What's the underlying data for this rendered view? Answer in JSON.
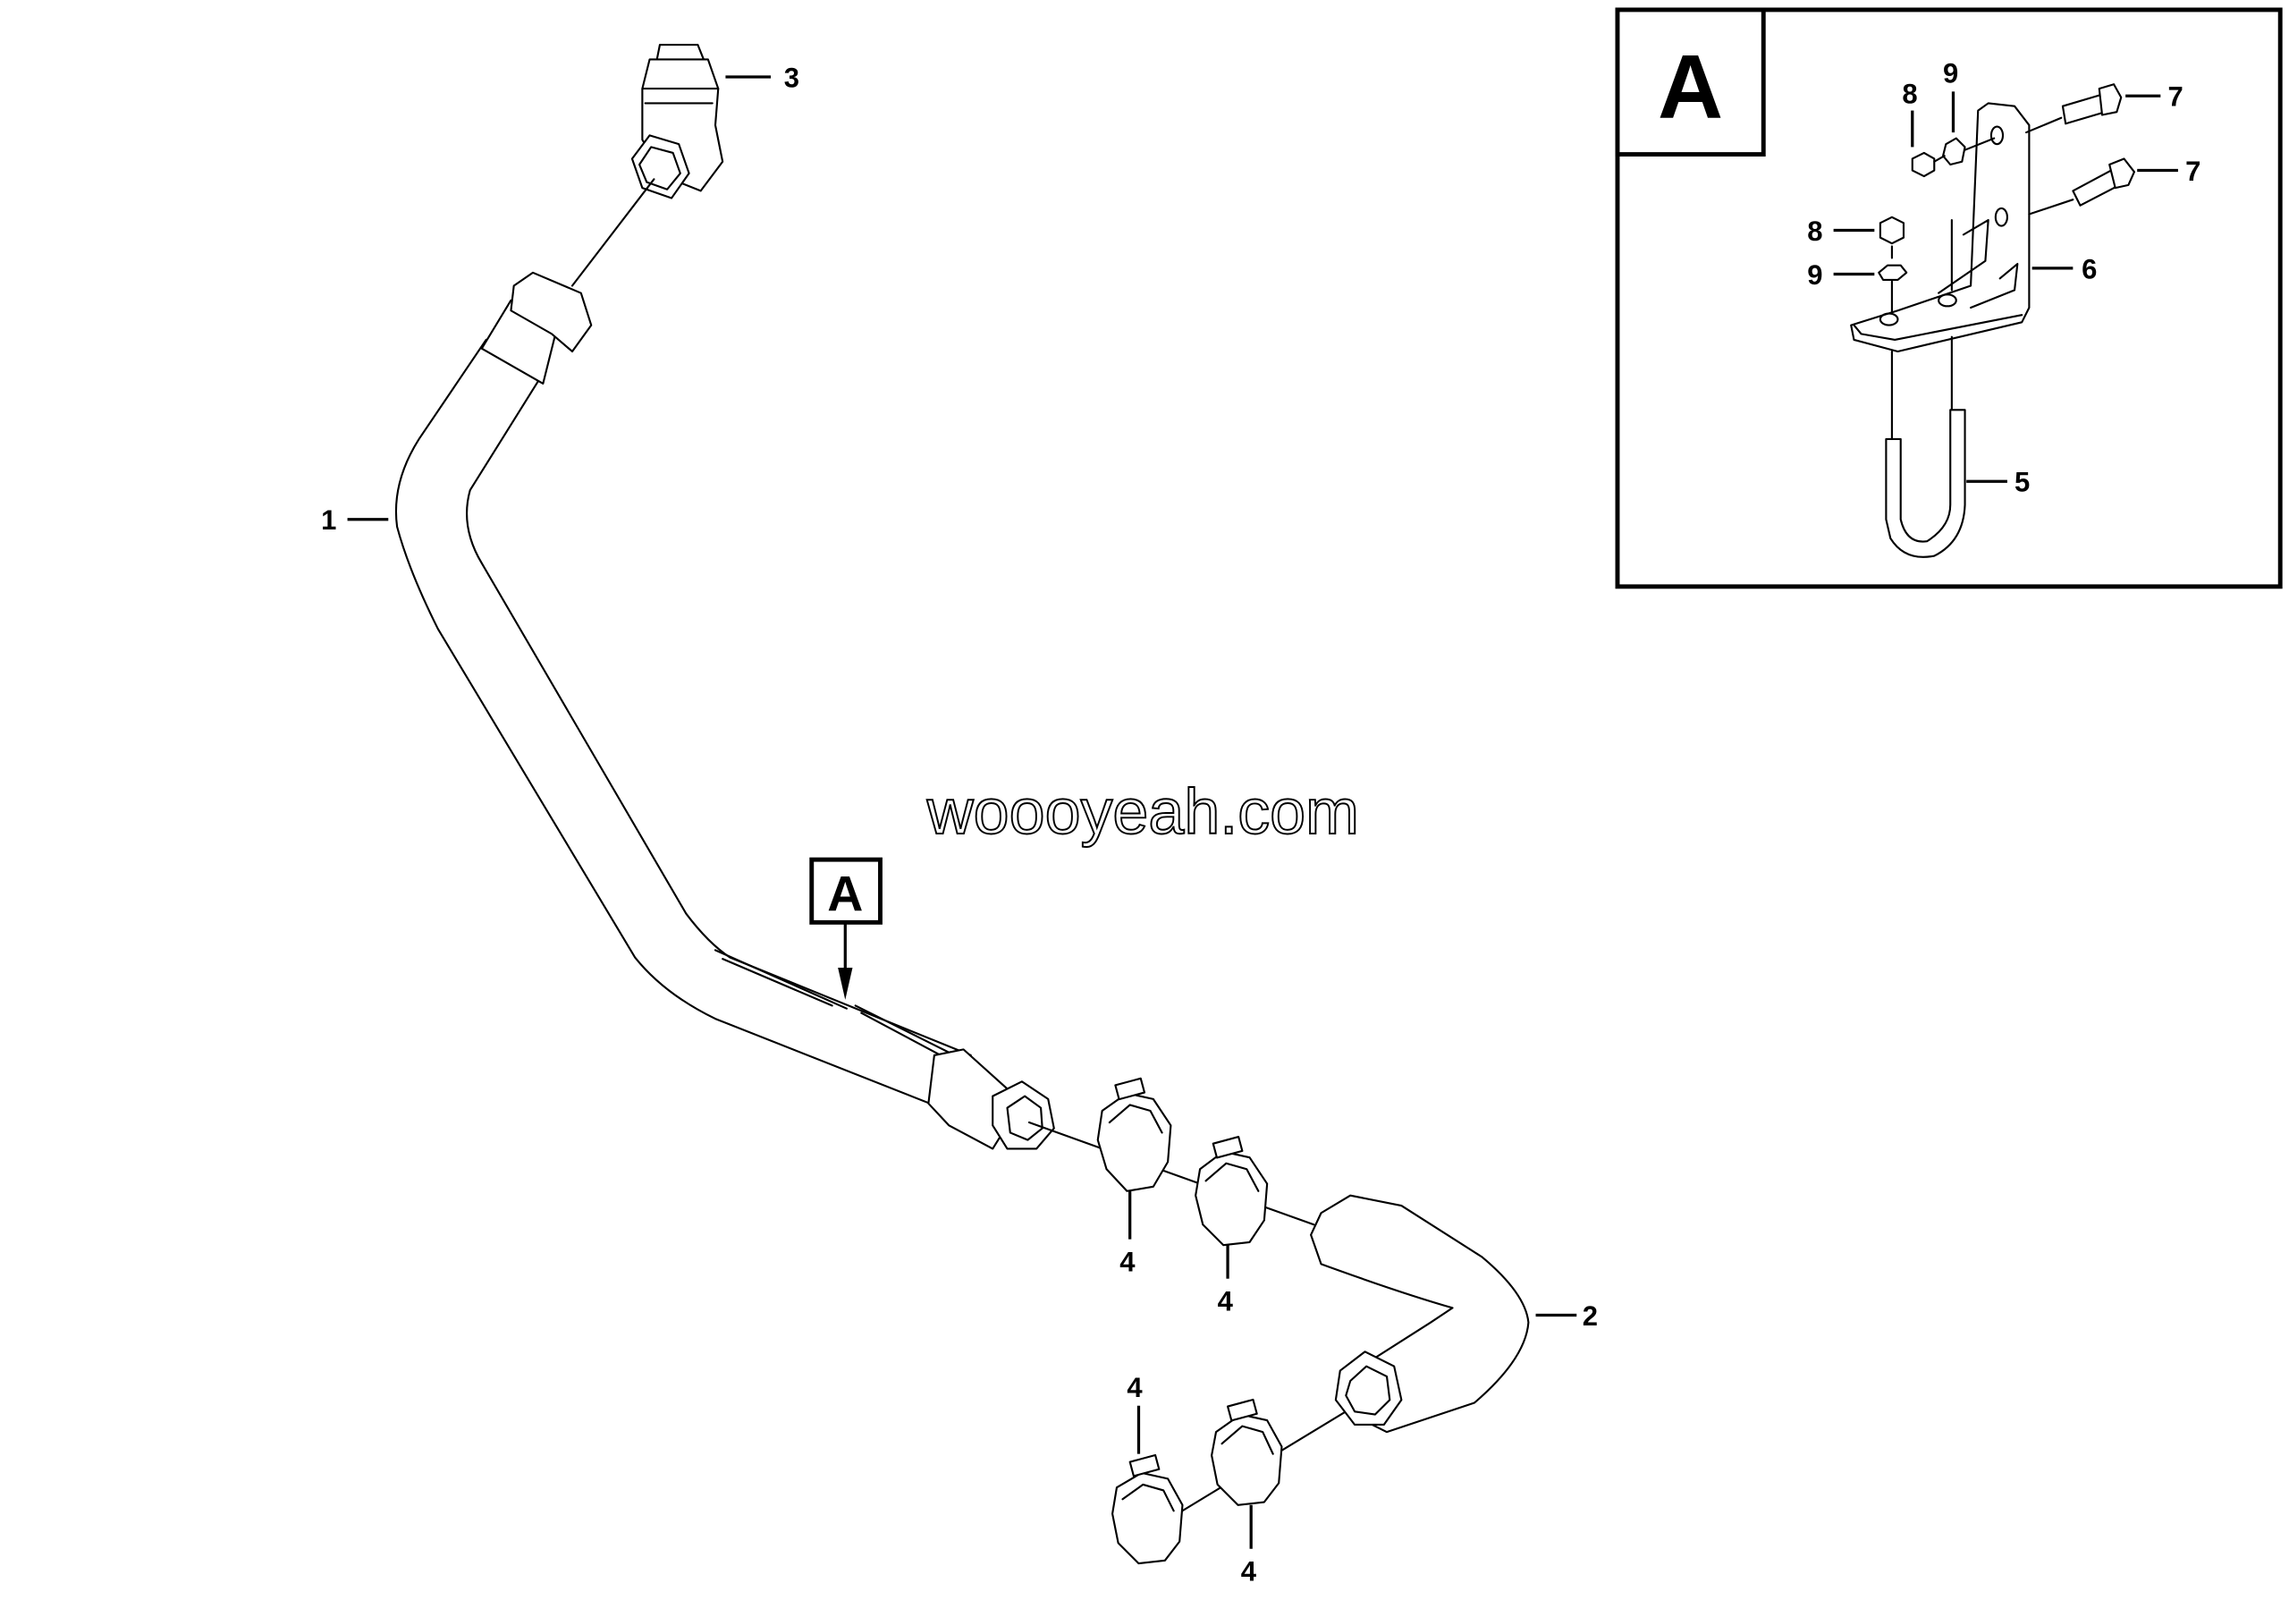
{
  "diagram": {
    "watermark": "woooyeah.com",
    "detail_marker": "A",
    "detail_view": {
      "title": "A",
      "labels": {
        "nut_upper": "8",
        "washer_upper": "9",
        "bolt_upper": "7",
        "bolt_lower": "7",
        "nut_lower": "8",
        "washer_lower": "9",
        "bracket": "6",
        "u_bolt": "5"
      }
    },
    "labels": {
      "pipe": "1",
      "hose": "2",
      "elbow": "3",
      "clamp_a": "4",
      "clamp_b": "4",
      "clamp_c": "4",
      "clamp_d": "4"
    }
  }
}
